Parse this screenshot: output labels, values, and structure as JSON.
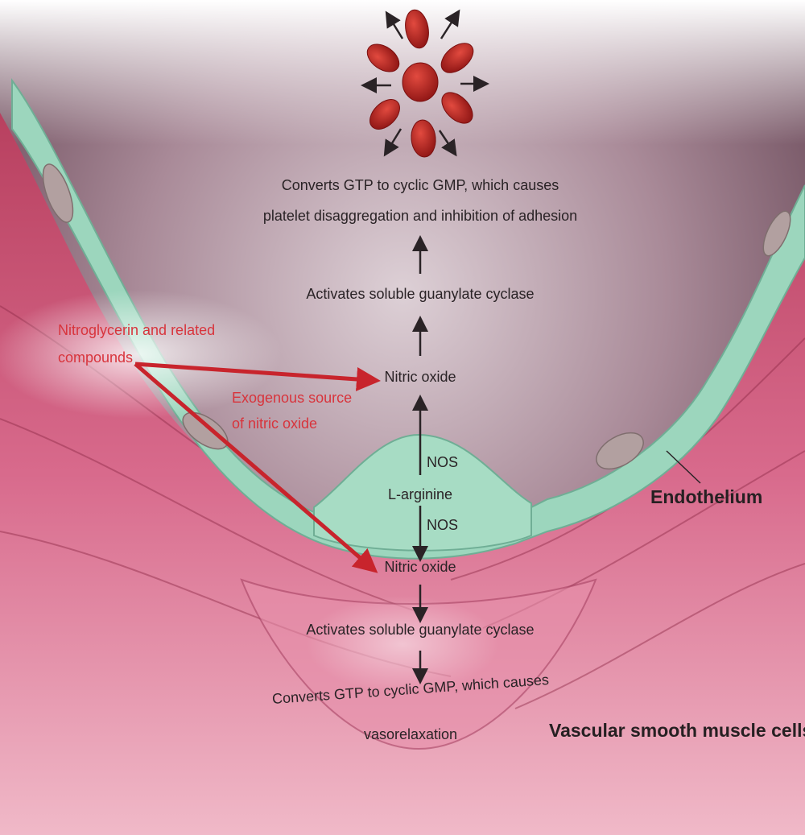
{
  "colors": {
    "endothelium": "#9cd6bd",
    "smooth_muscle": "#c95277",
    "lumen": "#a88897",
    "platelet": "#b3201f",
    "accent_red": "#d8343c",
    "text": "#2a2326"
  },
  "platelet_text": {
    "line1": "Converts GTP to cyclic GMP, which causes",
    "line2": "platelet disaggregation and inhibition of adhesion"
  },
  "upper_pathway": {
    "guanylate": "Activates soluble guanylate cyclase",
    "nitric_oxide": "Nitric oxide",
    "nos_up": "NOS"
  },
  "substrate": "L-arginine",
  "lower_pathway": {
    "nos_down": "NOS",
    "nitric_oxide": "Nitric oxide",
    "guanylate": "Activates soluble guanylate cyclase",
    "vaso_line1": "Converts GTP to cyclic GMP, which causes",
    "vaso_line2": "vasorelaxation"
  },
  "drug": {
    "line1": "Nitroglycerin and related",
    "line2": "compounds",
    "source_line1": "Exogenous source",
    "source_line2": "of nitric oxide"
  },
  "tissue_labels": {
    "endothelium": "Endothelium",
    "smooth_muscle": "Vascular smooth muscle cells"
  }
}
